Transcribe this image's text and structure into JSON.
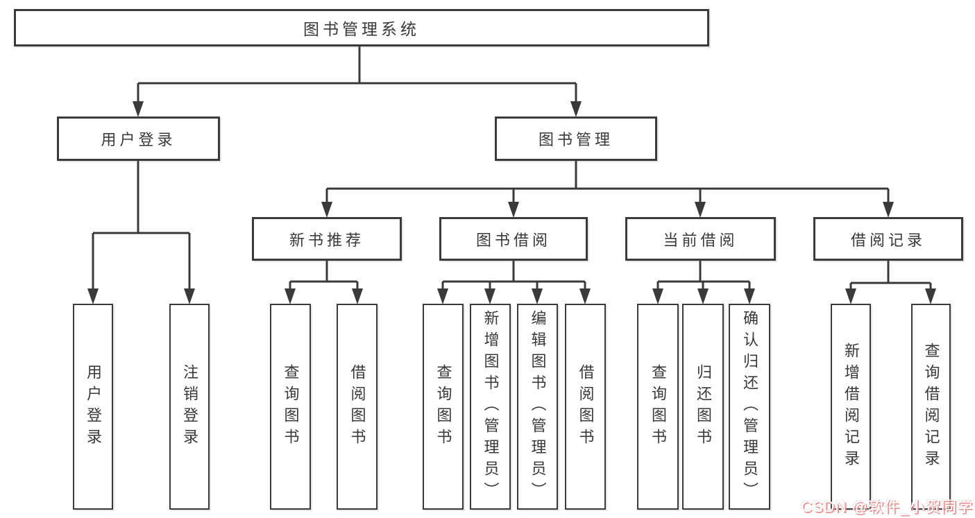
{
  "tree": {
    "label": "图书管理系统",
    "children": [
      {
        "label": "用户登录",
        "children": [
          {
            "label": "用户登录"
          },
          {
            "label": "注销登录"
          }
        ]
      },
      {
        "label": "图书管理",
        "children": [
          {
            "label": "新书推荐",
            "children": [
              {
                "label": "查询图书"
              },
              {
                "label": "借阅图书"
              }
            ]
          },
          {
            "label": "图书借阅",
            "children": [
              {
                "label": "查询图书"
              },
              {
                "label": "新增图书（管理员）"
              },
              {
                "label": "编辑图书（管理员）"
              },
              {
                "label": "借阅图书"
              }
            ]
          },
          {
            "label": "当前借阅",
            "children": [
              {
                "label": "查询图书"
              },
              {
                "label": "归还图书"
              },
              {
                "label": "确认归还（管理员）"
              }
            ]
          },
          {
            "label": "借阅记录",
            "children": [
              {
                "label": "新增借阅记录"
              },
              {
                "label": "查询借阅记录"
              }
            ]
          }
        ]
      }
    ]
  },
  "watermark": {
    "text": "CSDN @软件_小贺同学"
  },
  "colors": {
    "line": "#3a3a3a",
    "box_background": "#ffffff",
    "text": "#383838",
    "watermark_fill": "#ffffff",
    "watermark_shadow": "#ee8c8c"
  }
}
